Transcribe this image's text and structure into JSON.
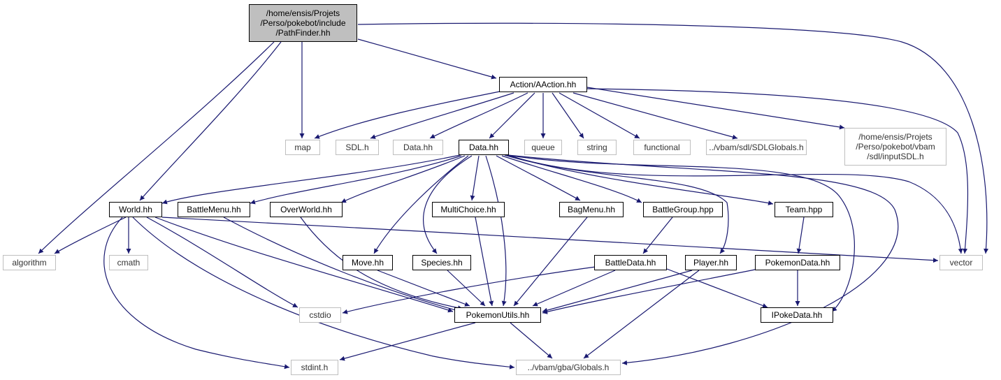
{
  "graph": {
    "edge_color": "#191970",
    "nodes": {
      "root": "/home/ensis/Projets\n/Perso/pokebot/include\n/PathFinder.hh",
      "aaction": "Action/AAction.hh",
      "map": "map",
      "sdl": "SDL.h",
      "data_ghost": "Data.hh",
      "data": "Data.hh",
      "queue": "queue",
      "string": "string",
      "functional": "functional",
      "sdlglobals": "../vbam/sdl/SDLGlobals.h",
      "inputsdl": "/home/ensis/Projets\n/Perso/pokebot/vbam\n/sdl/inputSDL.h",
      "world": "World.hh",
      "battlemenu": "BattleMenu.hh",
      "overworld": "OverWorld.hh",
      "multichoice": "MultiChoice.hh",
      "bagmenu": "BagMenu.hh",
      "battlegroup": "BattleGroup.hpp",
      "team": "Team.hpp",
      "algorithm": "algorithm",
      "cmath": "cmath",
      "move": "Move.hh",
      "species": "Species.hh",
      "battledata": "BattleData.hh",
      "player": "Player.hh",
      "pokemondata": "PokemonData.hh",
      "vector": "vector",
      "cstdio": "cstdio",
      "pokemonutils": "PokemonUtils.hh",
      "ipokedata": "IPokeData.hh",
      "stdint": "stdint.h",
      "globals": "../vbam/gba/Globals.h"
    }
  }
}
